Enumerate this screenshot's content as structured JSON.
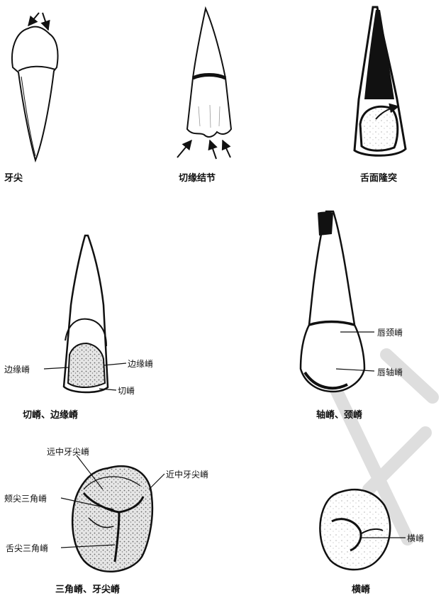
{
  "panels": [
    {
      "caption": "牙尖"
    },
    {
      "caption": "切缘结节"
    },
    {
      "caption": "舌面隆突"
    },
    {
      "caption": "切嵴、边缘嵴",
      "labels": {
        "left": "边缘嵴",
        "right": "边缘嵴",
        "bottom": "切嵴"
      }
    },
    {
      "caption": "轴嵴、颈嵴",
      "labels": {
        "upper": "唇颈嵴",
        "lower": "唇轴嵴"
      }
    },
    {
      "caption": "三角嵴、牙尖嵴",
      "labels": {
        "distal": "远中牙尖嵴",
        "mesial": "近中牙尖嵴",
        "buccal": "颊尖三角嵴",
        "lingual": "舌尖三角嵴"
      }
    },
    {
      "caption": "横嵴",
      "labels": {
        "right": "横嵴"
      }
    }
  ],
  "colors": {
    "ink": "#111111",
    "shade": "#9a9a9a",
    "paper": "#ffffff",
    "watermark": "#dedede"
  }
}
